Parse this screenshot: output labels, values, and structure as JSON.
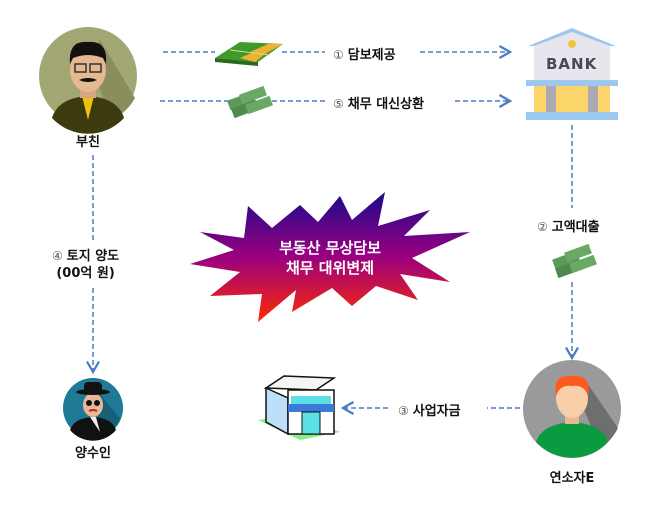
{
  "actors": {
    "father": {
      "name": "부친"
    },
    "bank": {
      "sign": "BANK"
    },
    "child": {
      "name": "연소자E"
    },
    "buyer": {
      "name": "양수인"
    }
  },
  "flows": [
    {
      "num": "①",
      "label": "담보제공"
    },
    {
      "num": "②",
      "label": "고액대출"
    },
    {
      "num": "③",
      "label": "사업자금"
    },
    {
      "num": "④",
      "label": "토지 양도",
      "sub": "(00억 원)"
    },
    {
      "num": "⑤",
      "label": "채무 대신상환"
    }
  ],
  "center": {
    "line1": "부동산 무상담보",
    "line2": "채무 대위변제"
  },
  "colors": {
    "arrow": "#4a7cc0",
    "burst_top": "#1a0a8c",
    "burst_bottom": "#ff2a00"
  }
}
